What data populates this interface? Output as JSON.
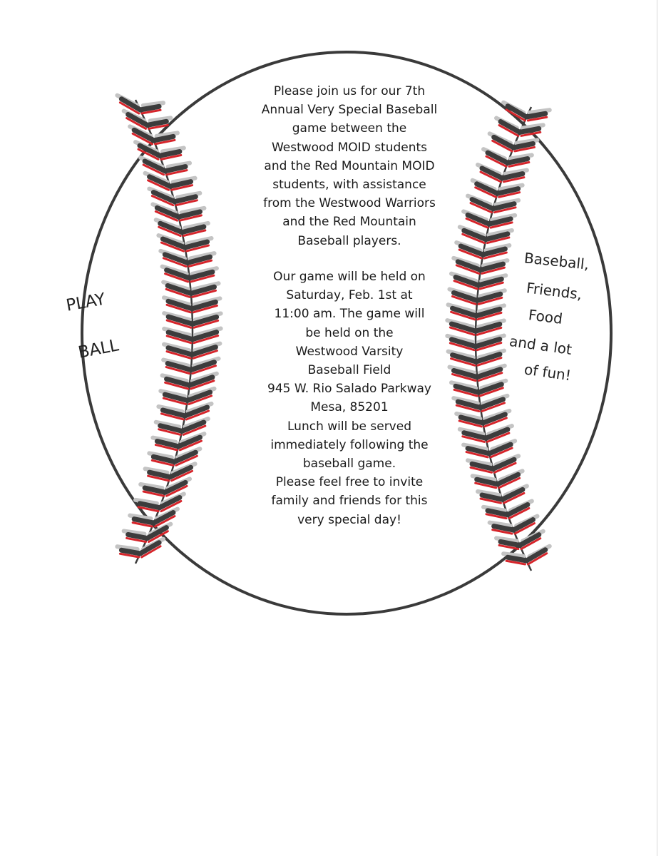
{
  "invitation": {
    "intro_lines": [
      "Please join us for our 7th",
      "Annual Very Special Baseball",
      "game between the",
      "Westwood MOID students",
      "and the Red Mountain MOID",
      "students, with assistance",
      "from the Westwood Warriors",
      "and the Red Mountain",
      "Baseball players."
    ],
    "detail_lines": [
      "Our game will be held on",
      "Saturday, Feb. 1st at",
      "11:00 am. The game will",
      "be held on the",
      "Westwood Varsity",
      "Baseball Field",
      "945 W. Rio Salado Parkway",
      "Mesa, 85201",
      "Lunch will be served",
      "immediately following the",
      "baseball game.",
      "Please feel free to invite",
      "family and friends for this",
      "very special day!"
    ]
  },
  "left_words": [
    "PLAY",
    "BALL"
  ],
  "right_lines": [
    "Baseball,",
    "Friends,",
    "Food",
    "and a lot",
    "of fun!"
  ],
  "colors": {
    "outline": "#3a3a3a",
    "stitch_dark": "#3c3c3c",
    "stitch_red": "#d6252b",
    "stitch_shadow": "#c4c4c4"
  }
}
